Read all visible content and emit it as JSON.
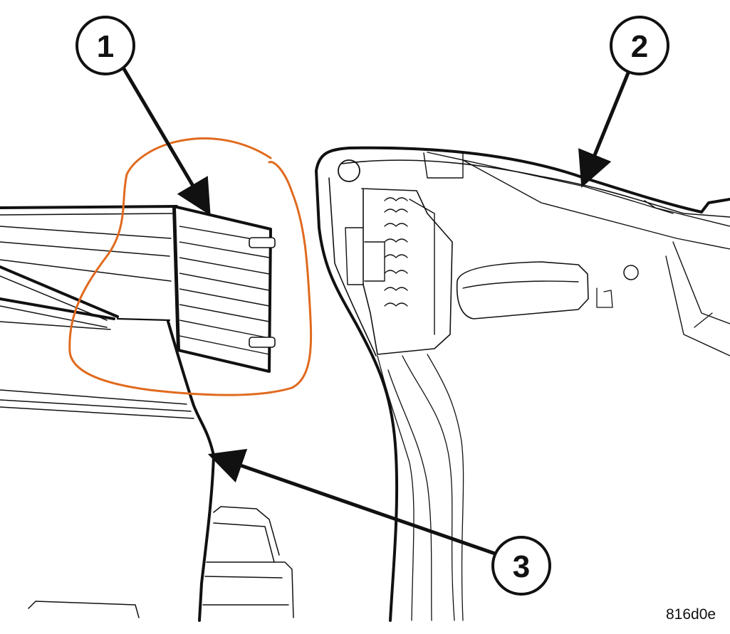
{
  "callouts": [
    {
      "id": "1",
      "label": "1"
    },
    {
      "id": "2",
      "label": "2"
    },
    {
      "id": "3",
      "label": "3"
    }
  ],
  "figure_code": "816d0e",
  "colors": {
    "line": "#111111",
    "thin_line": "#333333",
    "highlight": "#e06a1e",
    "background": "#ffffff"
  }
}
